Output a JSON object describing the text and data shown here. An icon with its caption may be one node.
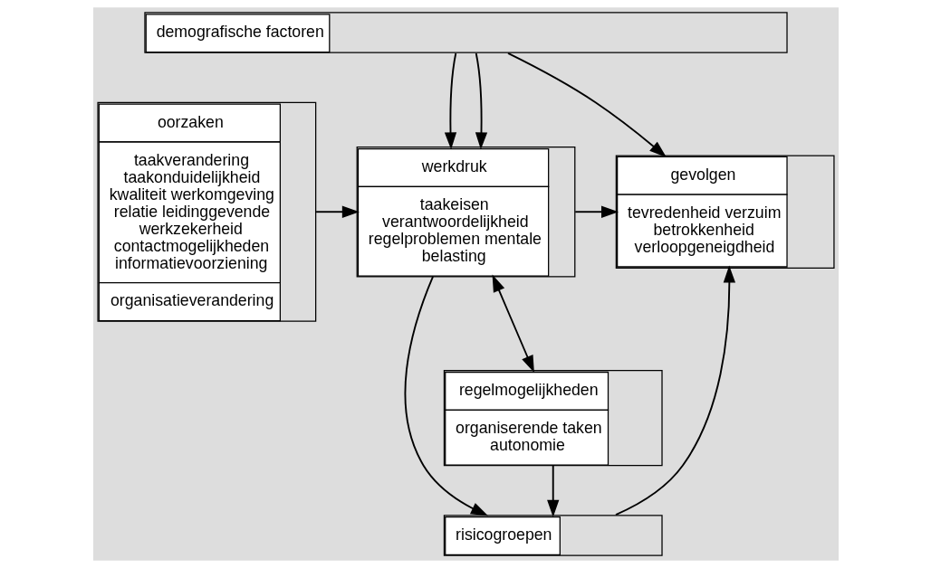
{
  "diagram": {
    "nodes": [
      {
        "text": [
          "demografische factoren"
        ]
      },
      {
        "text": [
          "oorzaken",
          "taakverandering taakonduidelijkheid kwaliteit werkomgeving relatie leidinggevende werkzekerheid contactmogelijkheden informatievoorziening",
          "organisatieverandering"
        ]
      },
      {
        "text": [
          "werkdruk",
          "taakeisen verantwoordelijkheid regelproblemen mentale belasting"
        ]
      },
      {
        "text": [
          "gevolgen",
          "tevredenheid verzuim betrokkenheid verloopgeneigdheid"
        ]
      },
      {
        "text": [
          "risicogroepen"
        ]
      },
      {
        "text": [
          "regelmogelijkheden",
          "organiserende taken autonomie"
        ]
      }
    ],
    "edges": [
      {
        "from": 0,
        "to": 2,
        "arrow": "to"
      },
      {
        "from": 0,
        "to": 2,
        "arrow": "to"
      },
      {
        "from": 0,
        "to": 3,
        "arrow": "to"
      },
      {
        "from": 1,
        "to": 2,
        "arrow": "to"
      },
      {
        "from": 2,
        "to": 3,
        "arrow": "to"
      },
      {
        "from": 4,
        "to": 3,
        "arrow": "to"
      },
      {
        "from": 2,
        "to": 5,
        "arrow": "both"
      },
      {
        "from": 2,
        "to": 4,
        "arrow": "to"
      },
      {
        "from": 5,
        "to": 4,
        "arrow": "to"
      }
    ]
  }
}
